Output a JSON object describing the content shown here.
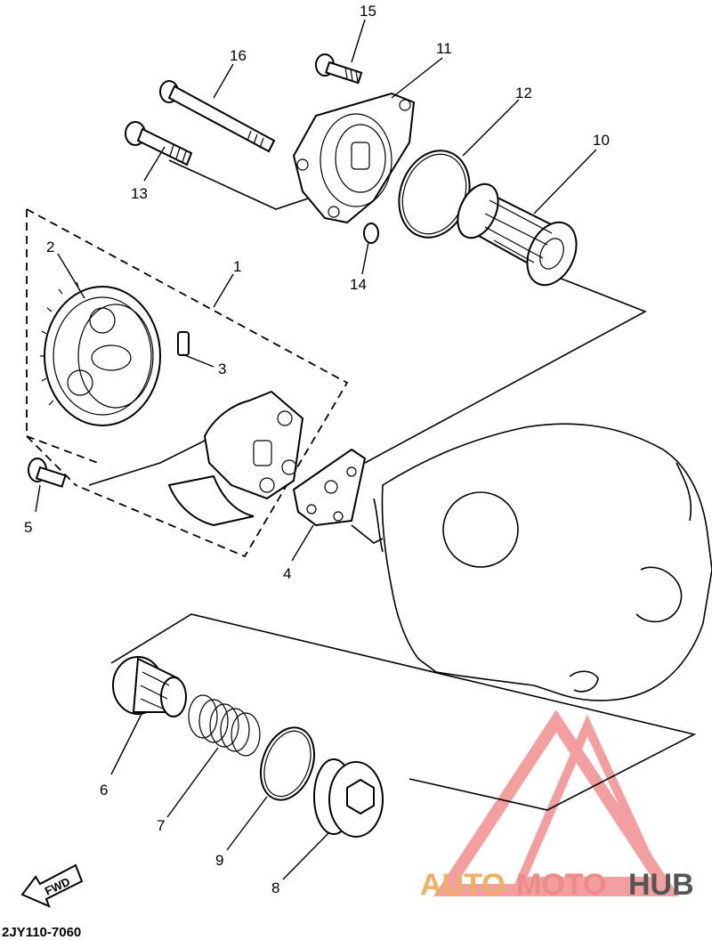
{
  "parts": [
    {
      "number": "1"
    },
    {
      "number": "2"
    },
    {
      "number": "3"
    },
    {
      "number": "4"
    },
    {
      "number": "5"
    },
    {
      "number": "6"
    },
    {
      "number": "7"
    },
    {
      "number": "8"
    },
    {
      "number": "9"
    },
    {
      "number": "10"
    },
    {
      "number": "11"
    },
    {
      "number": "12"
    },
    {
      "number": "13"
    },
    {
      "number": "14"
    },
    {
      "number": "15"
    },
    {
      "number": "16"
    }
  ],
  "diagram_code": "2JY110-7060",
  "fwd_label": "FWD",
  "watermark": {
    "text_auto": "AUTO",
    "text_moto": "MOTO",
    "text_hub": "HUB",
    "colors": {
      "auto": "#f0b060",
      "moto": "#ee8a8a",
      "hub": "#555555",
      "triangle": "#f08080"
    }
  }
}
